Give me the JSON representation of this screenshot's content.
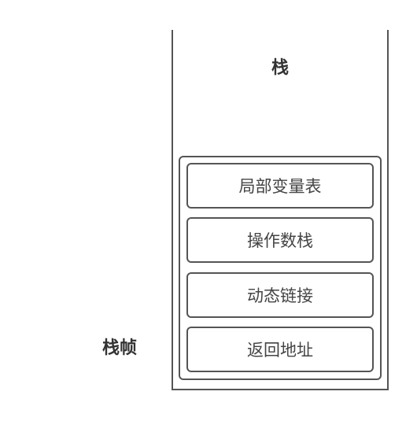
{
  "stack": {
    "title": "栈"
  },
  "frame": {
    "label": "栈帧",
    "slots": [
      "局部变量表",
      "操作数栈",
      "动态链接",
      "返回地址"
    ]
  }
}
